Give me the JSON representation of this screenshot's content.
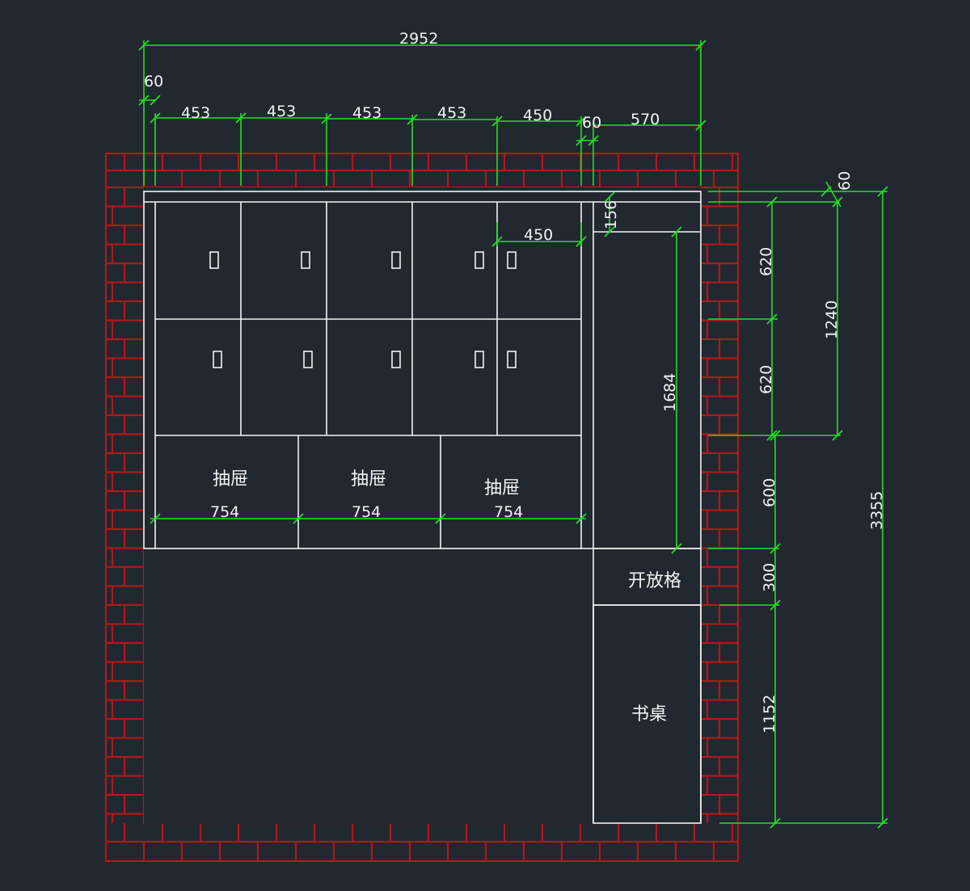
{
  "drawing": {
    "colors": {
      "background": "#212830",
      "brick": "#b01818",
      "cabinet": "#f2f2f2",
      "dimension": "#22e022"
    },
    "labels": {
      "drawer_1": "抽屉",
      "drawer_2": "抽屉",
      "drawer_3": "抽屉",
      "open_shelf": "开放格",
      "desk": "书桌"
    },
    "dimensions": {
      "total_width": "2952",
      "left_panel_top": "60",
      "door_1": "453",
      "door_2": "453",
      "door_3": "453",
      "door_4": "453",
      "door_5": "450",
      "divider_panel": "60",
      "right_section": "570",
      "top_panel_right": "60",
      "top_gap": "156",
      "inner_door": "450",
      "upper_row": "620",
      "lower_row": "620",
      "upper_total": "1240",
      "drawer_height": "600",
      "open_shelf_height": "300",
      "desk_height": "1152",
      "total_height": "3355",
      "wardrobe_height": "1684",
      "drawer_width_1": "754",
      "drawer_width_2": "754",
      "drawer_width_3": "754"
    },
    "icons": [
      "door-handle-icon"
    ]
  }
}
